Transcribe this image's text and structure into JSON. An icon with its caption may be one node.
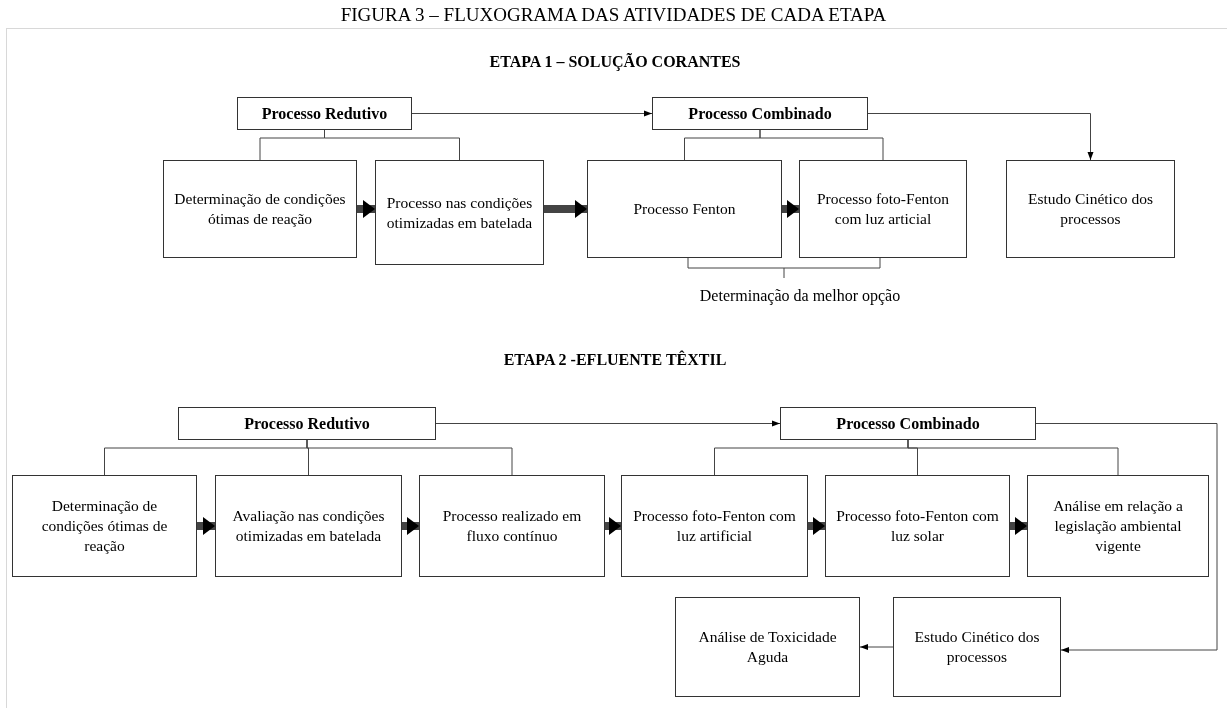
{
  "diagram": {
    "title": "FIGURA 3 – FLUXOGRAMA DAS ATIVIDADES DE CADA ETAPA",
    "nodes": [
      {
        "text": [
          "Processo Redutivo"
        ]
      },
      {
        "text": [
          "Processo Combinado"
        ]
      },
      {
        "text": [
          "Determinação de condições ótimas de reação"
        ]
      },
      {
        "text": [
          "Processo nas condições otimizadas em batelada"
        ]
      },
      {
        "text": [
          "Processo Fenton"
        ]
      },
      {
        "text": [
          "Processo foto-Fenton com luz articial"
        ]
      },
      {
        "text": [
          "Estudo Cinético dos processos"
        ]
      },
      {
        "text": [
          "Processo Redutivo"
        ]
      },
      {
        "text": [
          "Processo Combinado"
        ]
      },
      {
        "text": [
          "Determinação de condições ótimas de reação"
        ]
      },
      {
        "text": [
          "Avaliação nas condições otimizadas em batelada"
        ]
      },
      {
        "text": [
          "Processo realizado em fluxo contínuo"
        ]
      },
      {
        "text": [
          "Processo foto-Fenton com luz artificial"
        ]
      },
      {
        "text": [
          "Processo foto-Fenton com luz solar"
        ]
      },
      {
        "text": [
          "Análise em relação a legislação ambiental vigente"
        ]
      },
      {
        "text": [
          "Estudo Cinético dos processos"
        ]
      },
      {
        "text": [
          "Análise de Toxicidade Aguda"
        ]
      }
    ],
    "edges": [
      {
        "from": 0,
        "to": 1,
        "arrow": "to"
      },
      {
        "from": 1,
        "to": 6,
        "arrow": "to"
      },
      {
        "from": 0,
        "to": 2,
        "arrow": "none"
      },
      {
        "from": 0,
        "to": 3,
        "arrow": "none"
      },
      {
        "from": 1,
        "to": 4,
        "arrow": "none"
      },
      {
        "from": 1,
        "to": 5,
        "arrow": "none"
      },
      {
        "from": 2,
        "to": 3,
        "arrow": "to",
        "style": "thick"
      },
      {
        "from": 3,
        "to": 4,
        "arrow": "to",
        "style": "thick"
      },
      {
        "from": 4,
        "to": 5,
        "arrow": "to",
        "style": "thick"
      },
      {
        "from": 7,
        "to": 8,
        "arrow": "to"
      },
      {
        "from": 8,
        "to": 15,
        "arrow": "to"
      },
      {
        "from": 7,
        "to": 9,
        "arrow": "none"
      },
      {
        "from": 7,
        "to": 10,
        "arrow": "none"
      },
      {
        "from": 7,
        "to": 11,
        "arrow": "none"
      },
      {
        "from": 8,
        "to": 12,
        "arrow": "none"
      },
      {
        "from": 8,
        "to": 13,
        "arrow": "none"
      },
      {
        "from": 8,
        "to": 14,
        "arrow": "none"
      },
      {
        "from": 9,
        "to": 10,
        "arrow": "to",
        "style": "thick"
      },
      {
        "from": 10,
        "to": 11,
        "arrow": "to",
        "style": "thick"
      },
      {
        "from": 11,
        "to": 12,
        "arrow": "to",
        "style": "thick"
      },
      {
        "from": 12,
        "to": 13,
        "arrow": "to",
        "style": "thick"
      },
      {
        "from": 13,
        "to": 14,
        "arrow": "to",
        "style": "thick"
      },
      {
        "from": 15,
        "to": 16,
        "arrow": "to"
      }
    ],
    "labels": [
      "ETAPA 1 – SOLUÇÃO CORANTES",
      "Determinação da melhor opção",
      "ETAPA 2 -EFLUENTE TÊXTIL"
    ]
  }
}
